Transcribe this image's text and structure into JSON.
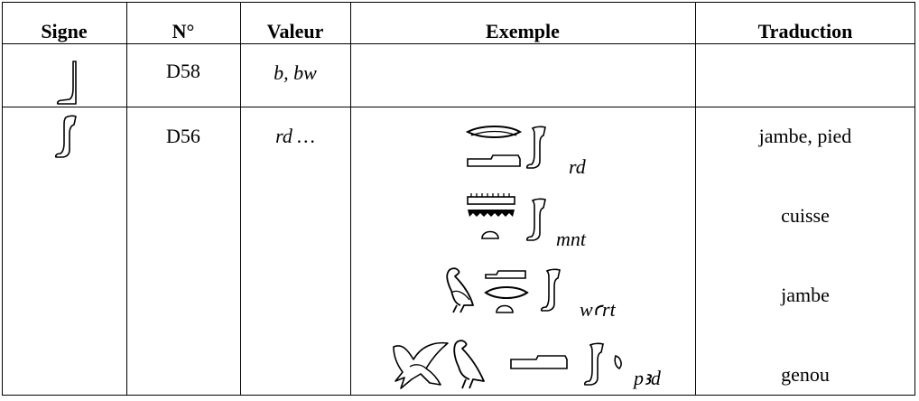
{
  "headers": {
    "signe": "Signe",
    "numero": "N°",
    "valeur": "Valeur",
    "exemple": "Exemple",
    "traduction": "Traduction"
  },
  "rows": [
    {
      "sign_icon": "hieroglyph-D58-foot-icon",
      "numero": "D58",
      "valeur": "b, bw",
      "examples": [],
      "traduction": ""
    },
    {
      "sign_icon": "hieroglyph-D56-leg-icon",
      "numero": "D56",
      "valeur": "rd …",
      "examples": [
        {
          "translit": "rd",
          "traduction": "jambe, pied"
        },
        {
          "translit": "mnt",
          "traduction": "cuisse"
        },
        {
          "translit": "wꜥrt",
          "traduction": "jambe"
        },
        {
          "translit": "pꜣd",
          "traduction": "genou"
        }
      ]
    }
  ]
}
